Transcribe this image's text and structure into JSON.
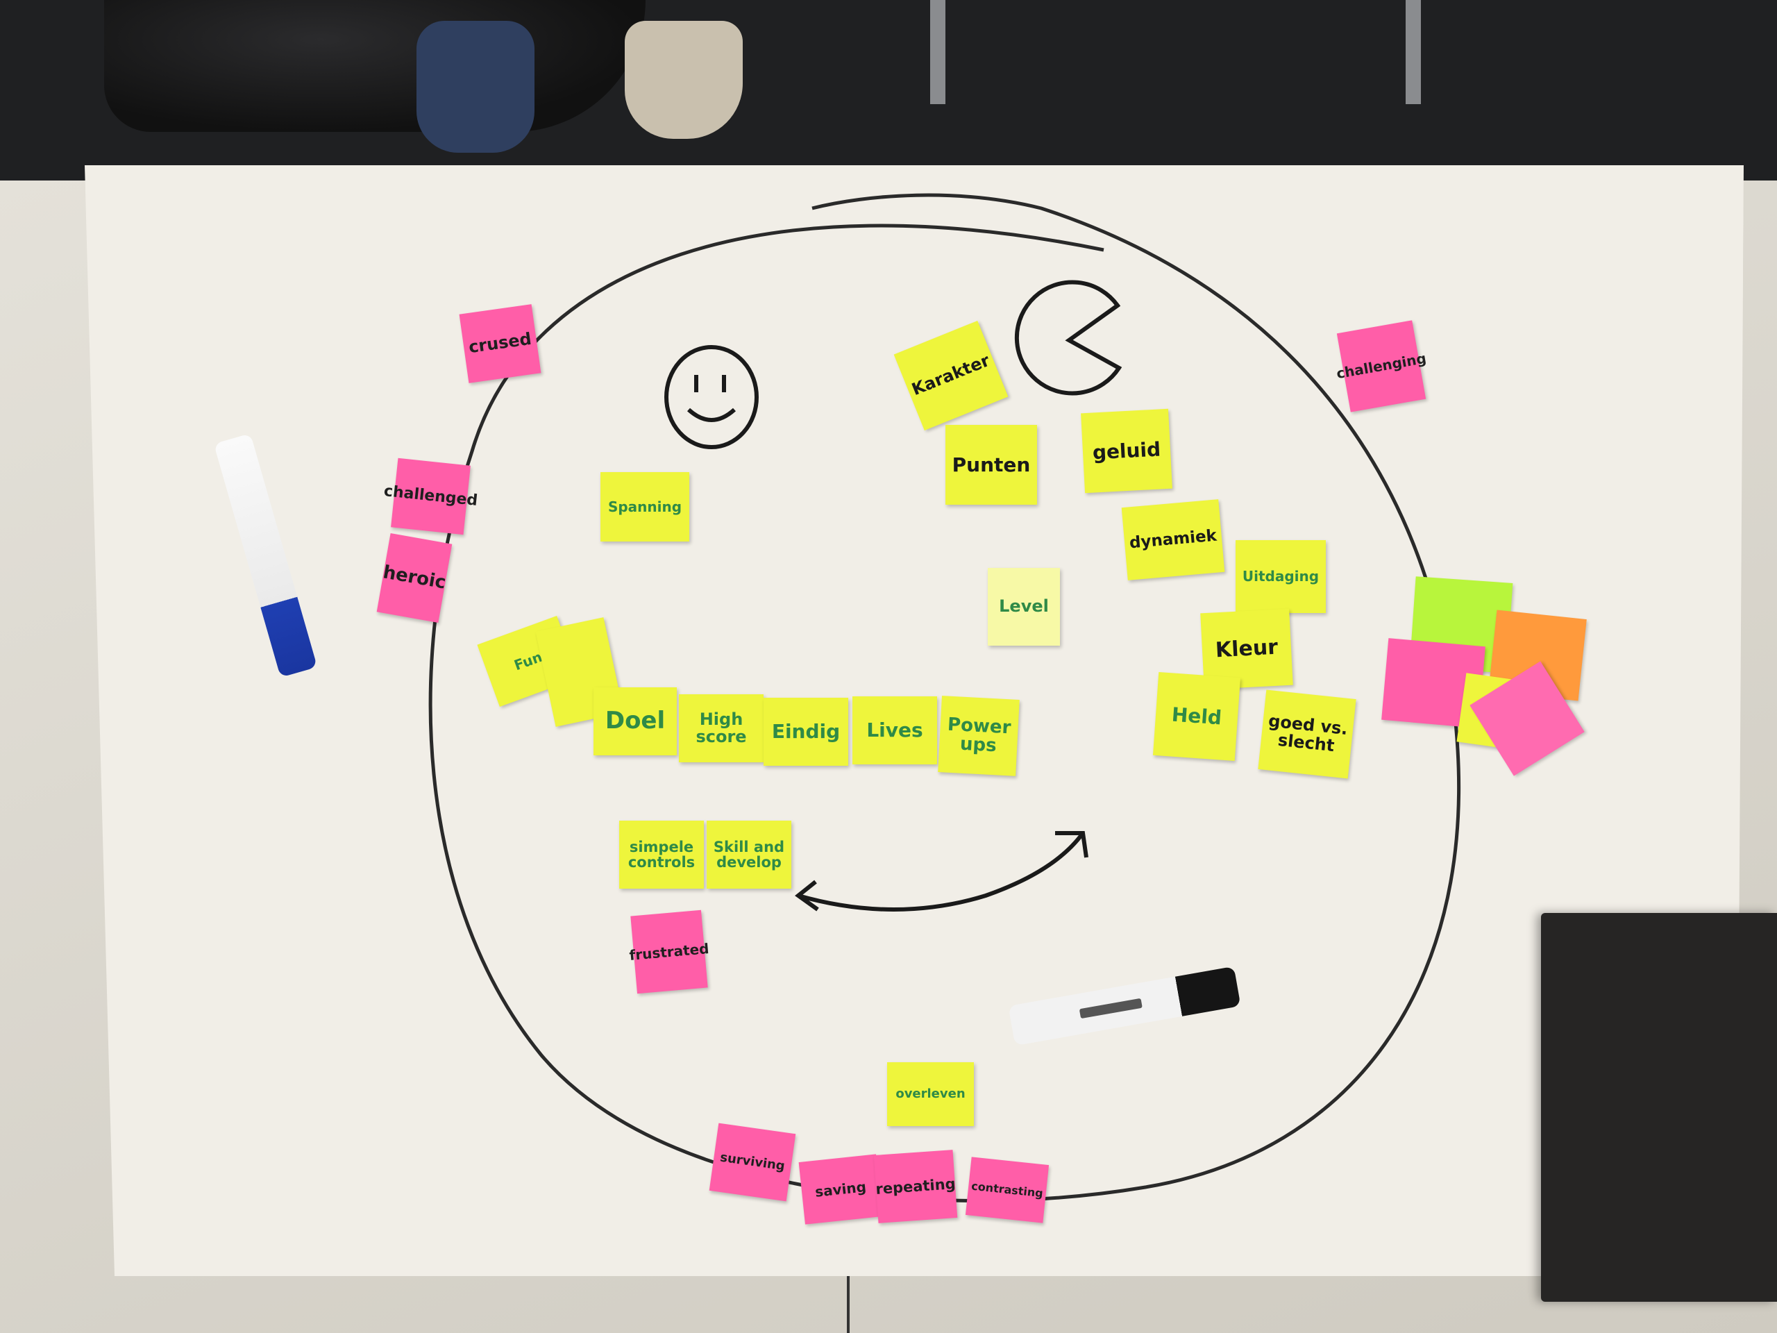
{
  "scene": {
    "caption": "",
    "colors": {
      "yellow_note": "#eef53c",
      "pink_note": "#ff5ea8",
      "green_note": "#b8f53c",
      "orange_note": "#ff9a3c",
      "ink_green": "#2f8a47",
      "paper": "#f1eee7"
    }
  },
  "notes": {
    "crused": "crused",
    "challenging": "challenging",
    "challenged": "challenged",
    "heroic": "heroic",
    "spanning": "Spanning",
    "karakter": "Karakter",
    "punten": "Punten",
    "geluid": "geluid",
    "dynamiek": "dynamiek",
    "uitdaging": "Uitdaging",
    "level": "Level",
    "kleur": "Kleur",
    "held": "Held",
    "goed_vs_slecht": "goed vs. slecht",
    "fun": "Fun",
    "doel": "Doel",
    "high_score": "High score",
    "eindig": "Eindig",
    "lives": "Lives",
    "power_ups": "Power ups",
    "simpele_controls": "simpele controls",
    "skill_develop": "Skill and develop",
    "frustrated": "frustrated",
    "overleven": "overleven",
    "surviving": "surviving",
    "saving": "saving",
    "repeating": "repeating",
    "contrasting": "contrasting"
  },
  "icons": {
    "smiley": "smiley-face-drawing",
    "pacman": "pacman-drawing",
    "arrow": "double-arrow-drawing"
  }
}
